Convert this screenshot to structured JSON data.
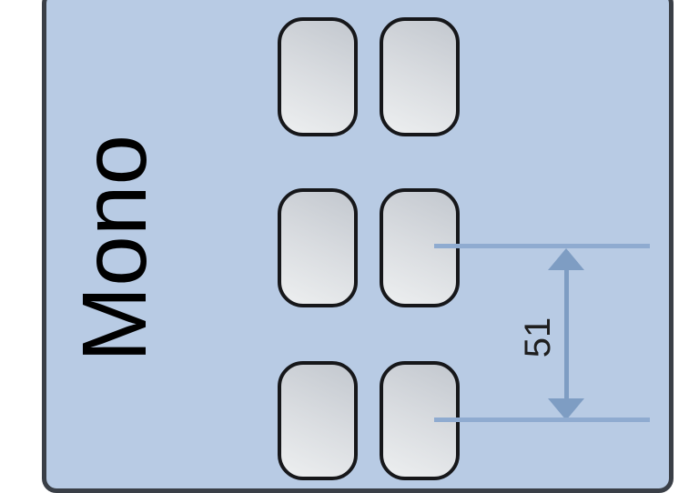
{
  "diagram": {
    "panel_label": "Mono",
    "slot_grid": {
      "rows": 3,
      "columns": 2,
      "slot_count": 6
    },
    "dimension": {
      "value": "51"
    }
  },
  "colors": {
    "canvas_bg": "#ffffff",
    "panel_fill": "#b8cbe4",
    "panel_border": "#3a3f47",
    "slot_border": "#16171a",
    "slot_fill_start": "#c3c8cf",
    "slot_fill_mid": "#d9dce0",
    "slot_fill_end": "#edeff0",
    "extension_line": "#8fabd0",
    "dimension_line": "#7e9dc3",
    "label_text": "#000000",
    "dimension_text": "#1f1f1f"
  }
}
